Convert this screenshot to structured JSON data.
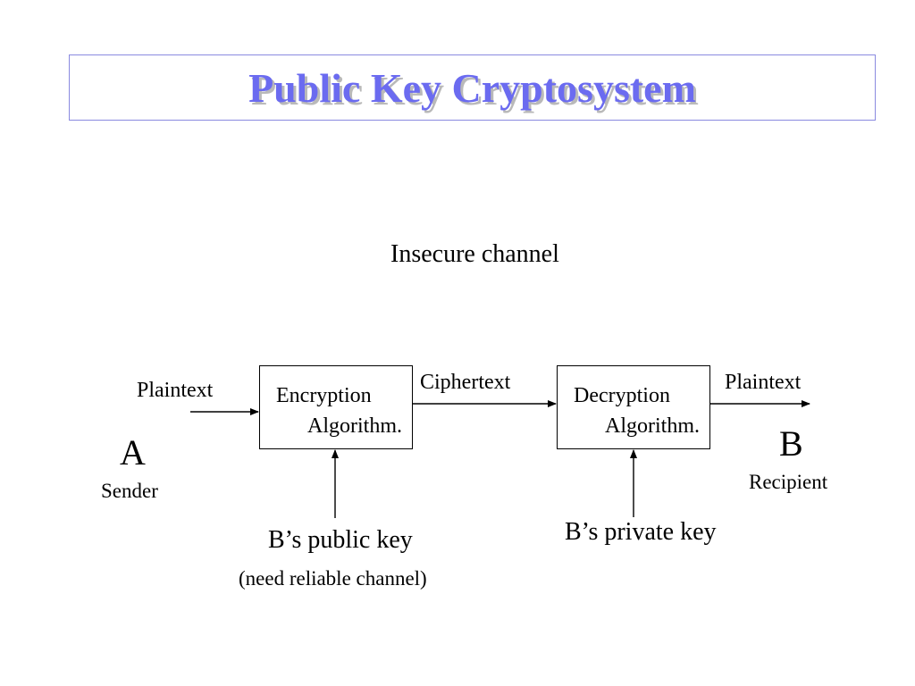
{
  "title": "Public Key Cryptosystem",
  "channel_label": "Insecure channel",
  "sender": {
    "letter": "A",
    "role": "Sender",
    "plaintext_label": "Plaintext"
  },
  "encryption": {
    "line1": "Encryption",
    "line2": "Algorithm."
  },
  "ciphertext_label": "Ciphertext",
  "decryption": {
    "line1": "Decryption",
    "line2": "Algorithm."
  },
  "recipient": {
    "letter": "B",
    "role": "Recipient",
    "plaintext_label": "Plaintext"
  },
  "public_key": {
    "label": "B’s public key",
    "note": "(need reliable channel)"
  },
  "private_key": {
    "label": "B’s private key"
  },
  "colors": {
    "title": "#6b6bf0",
    "title_shadow": "#b9b9b9",
    "title_border": "#8a8ae0",
    "lines": "#000000"
  }
}
